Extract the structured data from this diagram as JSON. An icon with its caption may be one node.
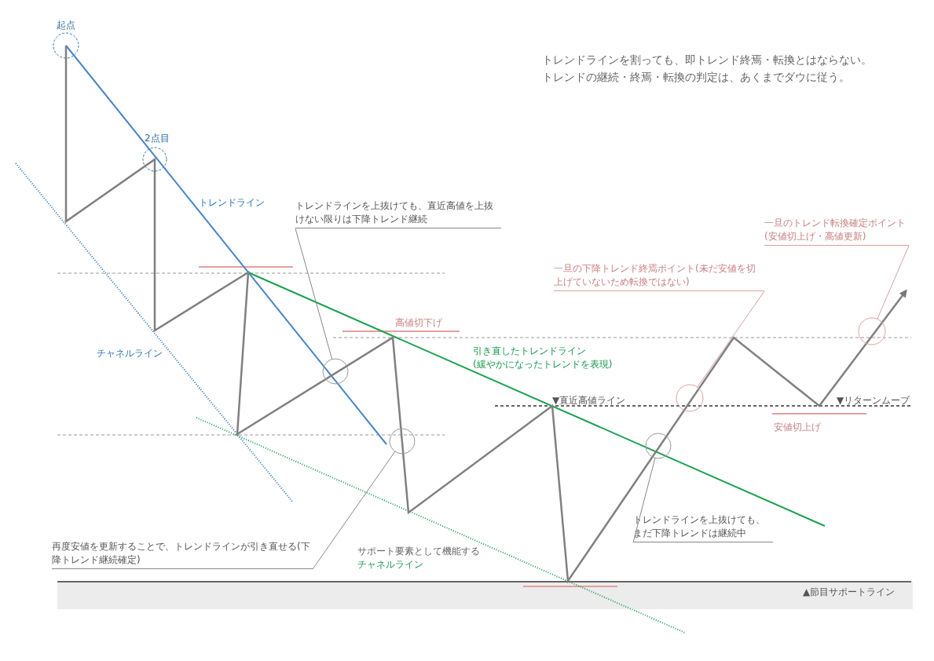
{
  "diagram": {
    "nodes": [
      {
        "text": [
          "トレンドラインを上抜けても、直近高値を上抜けない限りは下降トレンド継続"
        ]
      },
      {
        "text": [],
        "shape": "circle"
      },
      {
        "text": [
          "再度安値を更新することで、トレンドラインが引き直せる(下降トレンド継続確定)"
        ]
      },
      {
        "text": [],
        "shape": "circle"
      },
      {
        "text": [
          "トレンドラインを上抜けても、まだ下降トレンドは継続中"
        ]
      },
      {
        "text": [],
        "shape": "circle"
      },
      {
        "text": [
          "一旦の下降トレンド終焉ポイント(未だ安値を切上げていないため転換ではない)"
        ]
      },
      {
        "text": [],
        "shape": "circle"
      },
      {
        "text": [
          "一旦のトレンド転換確定ポイント(安値切上げ・高値更新)"
        ]
      },
      {
        "text": [],
        "shape": "circle"
      }
    ],
    "edges": [
      {
        "from": 0,
        "to": 1,
        "arrow": "none"
      },
      {
        "from": 2,
        "to": 3,
        "arrow": "none"
      },
      {
        "from": 4,
        "to": 5,
        "arrow": "none"
      },
      {
        "from": 6,
        "to": 7,
        "arrow": "none",
        "color": "#d9a0a0"
      },
      {
        "from": 8,
        "to": 9,
        "arrow": "none",
        "color": "#d9a0a0"
      }
    ],
    "labels": [
      "起点",
      "2点目",
      "トレンドラインを割っても、即トレンド終焉・転換とはならない。",
      "トレンドの継続・終焉・転換の判定は、あくまでダウに従う。",
      "トレンドライン",
      "チャネルライン",
      "高値切下げ",
      "引き直したトレンドライン",
      "(緩やかになったトレンドを表現)",
      "▼直近高値ライン",
      "▼リターンムーブ",
      "安値切上げ",
      "サポート要素として機能する",
      "チャネルライン",
      "▲節目サポートライン"
    ]
  }
}
